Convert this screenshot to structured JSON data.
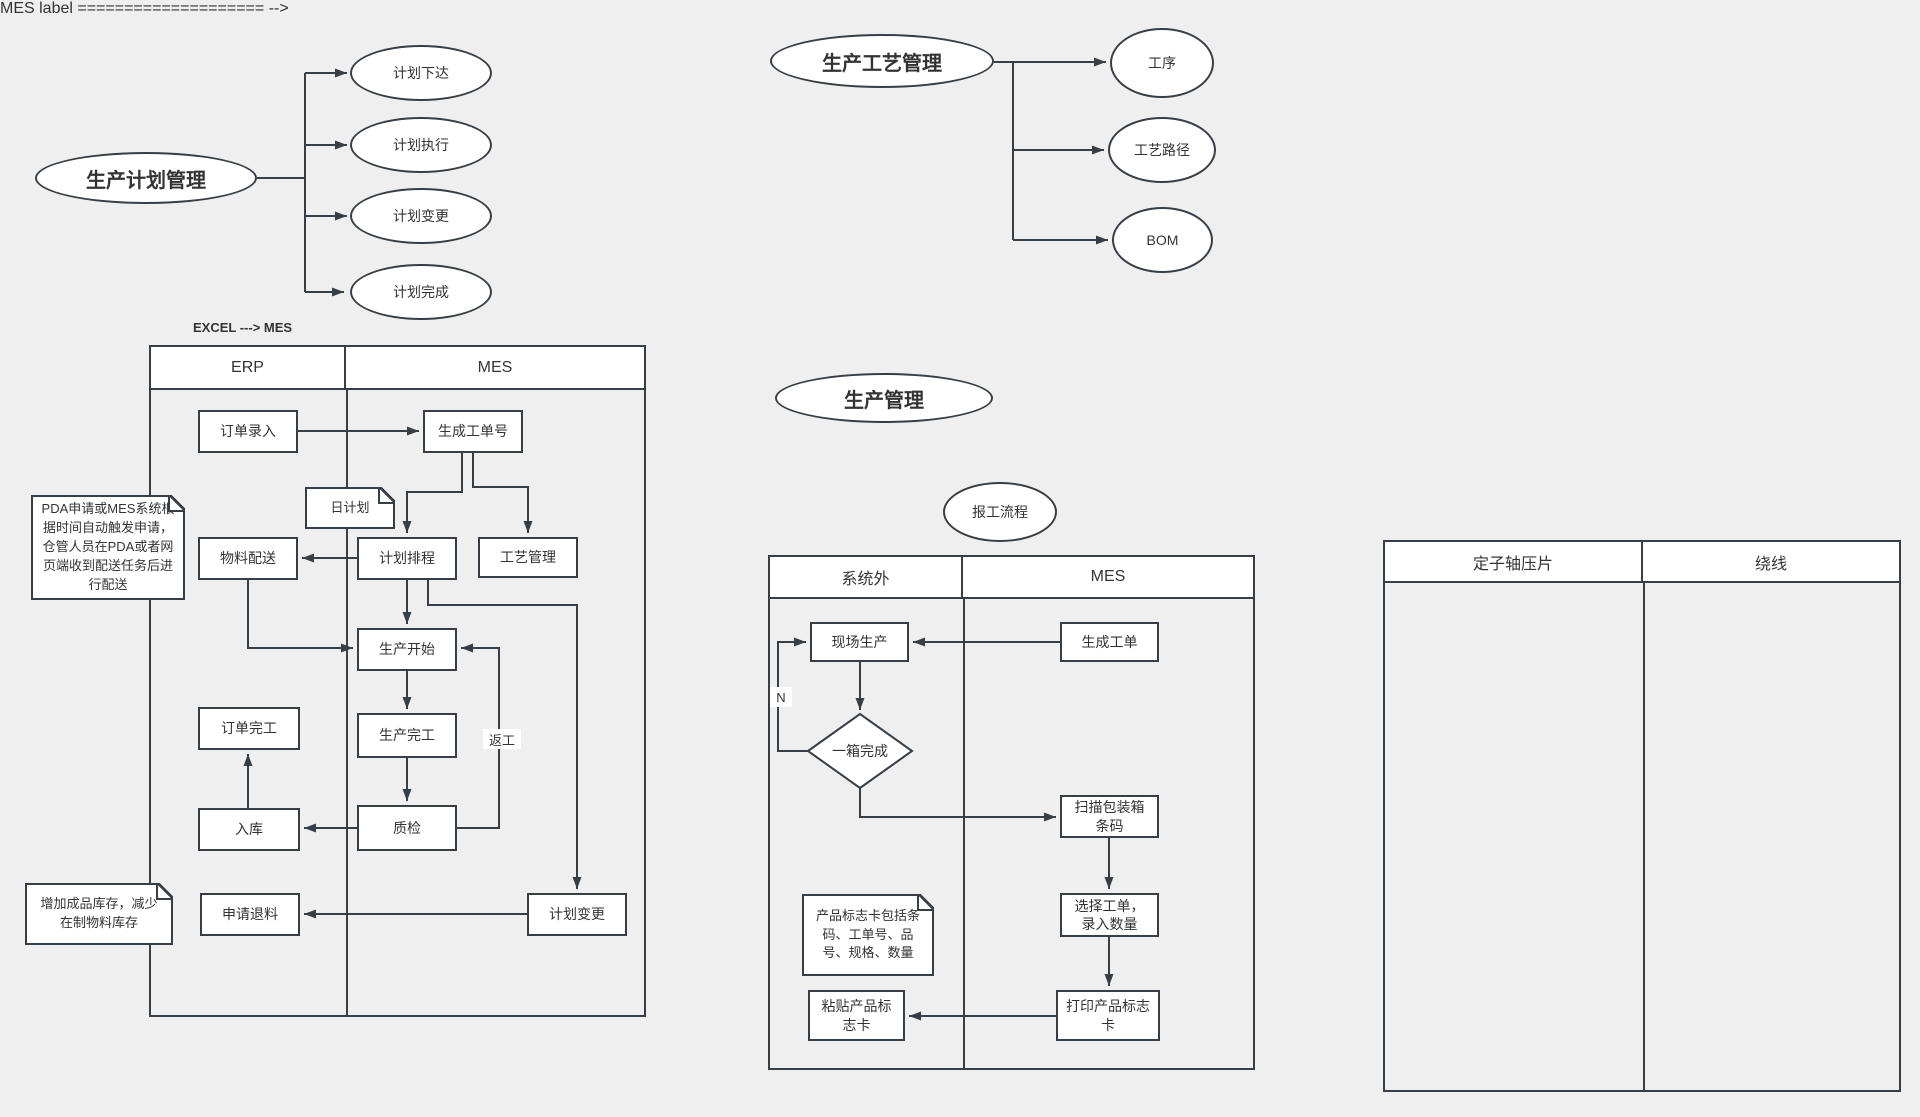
{
  "plan_mindmap": {
    "root": "生产计划管理",
    "children": [
      "计划下达",
      "计划执行",
      "计划变更",
      "计划完成"
    ]
  },
  "process_mindmap": {
    "root": "生产工艺管理",
    "children": [
      "工序",
      "工艺路径",
      "BOM"
    ]
  },
  "excel_label": "EXCEL ---> MES",
  "erp_swimlane": {
    "headers": [
      "ERP",
      "MES"
    ],
    "nodes": {
      "order_entry": "订单录入",
      "gen_workorder_no": "生成工单号",
      "daily_plan": "日计划",
      "material_delivery": "物料配送",
      "plan_schedule": "计划排程",
      "craft_mgmt": "工艺管理",
      "prod_start": "生产开始",
      "order_complete": "订单完工",
      "prod_complete": "生产完工",
      "warehouse_in": "入库",
      "qc": "质检",
      "request_return": "申请退料",
      "plan_change": "计划变更"
    },
    "edge_labels": {
      "rework": "返工"
    },
    "notes": {
      "pda": "PDA申请或MES系统根\n据时间自动触发申请，\n仓管人员在PDA或者网\n页端收到配送任务后进\n行配送",
      "inventory": "增加成品库存，减少\n在制物料库存"
    }
  },
  "production_mgmt": {
    "title": "生产管理",
    "subtitle": "报工流程"
  },
  "report_swimlane": {
    "headers": [
      "系统外",
      "MES"
    ],
    "nodes": {
      "onsite_prod": "现场生产",
      "gen_workorder": "生成工单",
      "box_complete": "一箱完成",
      "scan_box": "扫描包装箱\n条码",
      "select_order": "选择工单，\n录入数量",
      "print_card": "打印产品标志\n卡",
      "paste_card": "粘贴产品标\n志卡"
    },
    "edge_labels": {
      "n": "N"
    },
    "notes": {
      "product_card": "产品标志卡包括条\n码、工单号、品\n号、规格、数量"
    }
  },
  "stator_table": {
    "headers": [
      "定子轴压片",
      "绕线"
    ]
  }
}
